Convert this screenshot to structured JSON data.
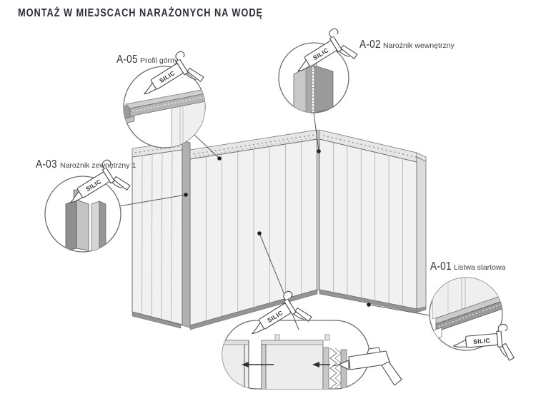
{
  "title": "MONTAŻ W MIEJSCACH NARAŻONYCH NA WODĘ",
  "gun_label": "SILIC",
  "callouts": {
    "a05": {
      "code": "A-05",
      "label": "Profil górny"
    },
    "a02": {
      "code": "A-02",
      "label": "Narożnik wewnętrzny"
    },
    "a03": {
      "code": "A-03",
      "label": "Narożnik zewnętrzny 1"
    },
    "a01": {
      "code": "A-01",
      "label": "Listwa startowa"
    }
  },
  "colors": {
    "ink": "#2c2f38",
    "line": "#6f6f6f",
    "panel": "#f1f1f1",
    "profile_dark": "#9a9a9a"
  }
}
